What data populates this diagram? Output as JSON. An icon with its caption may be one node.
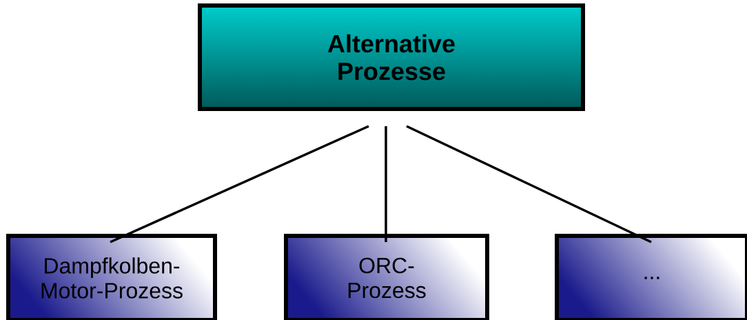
{
  "diagram": {
    "nodes": [
      {
        "text": [
          "Alternative Prozesse"
        ]
      },
      {
        "text": [
          "Dampfkolben-Motor-Prozess"
        ]
      },
      {
        "text": [
          "ORC-Prozess"
        ]
      },
      {
        "text": [
          "..."
        ]
      }
    ],
    "edges": [
      {
        "from": 0,
        "to": 1,
        "arrow": "none"
      },
      {
        "from": 0,
        "to": 2,
        "arrow": "none"
      },
      {
        "from": 0,
        "to": 3,
        "arrow": "none"
      }
    ]
  }
}
